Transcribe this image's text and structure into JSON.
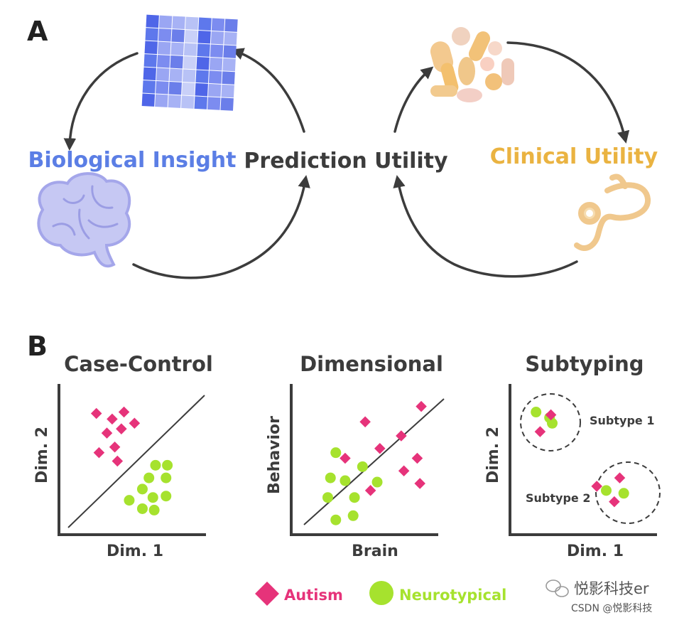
{
  "panel_a": {
    "label": "A",
    "center": "Prediction Utility",
    "left": "Biological Insight",
    "right": "Clinical Utility"
  },
  "panel_b": {
    "label": "B",
    "plots": [
      {
        "title": "Case-Control",
        "xlabel": "Dim. 1",
        "ylabel": "Dim. 2",
        "autism": [
          [
            2.2,
            8.3
          ],
          [
            3.4,
            7.9
          ],
          [
            4.3,
            8.4
          ],
          [
            5.1,
            7.6
          ],
          [
            3.0,
            6.9
          ],
          [
            4.1,
            7.2
          ],
          [
            2.4,
            5.5
          ],
          [
            3.6,
            5.9
          ],
          [
            3.8,
            4.9
          ]
        ],
        "neurotypical": [
          [
            6.7,
            4.6
          ],
          [
            7.6,
            4.6
          ],
          [
            6.2,
            3.7
          ],
          [
            7.5,
            3.7
          ],
          [
            5.7,
            2.9
          ],
          [
            6.5,
            2.3
          ],
          [
            7.5,
            2.4
          ],
          [
            4.7,
            2.1
          ],
          [
            5.7,
            1.5
          ],
          [
            6.6,
            1.4
          ]
        ]
      },
      {
        "title": "Dimensional",
        "xlabel": "Brain",
        "ylabel": "Behavior",
        "autism": [
          [
            9.1,
            8.8
          ],
          [
            4.9,
            7.7
          ],
          [
            7.6,
            6.7
          ],
          [
            6.0,
            5.8
          ],
          [
            8.8,
            5.1
          ],
          [
            3.4,
            5.1
          ],
          [
            7.8,
            4.2
          ],
          [
            9.0,
            3.3
          ],
          [
            5.3,
            2.8
          ]
        ],
        "neurotypical": [
          [
            2.7,
            5.5
          ],
          [
            4.7,
            4.5
          ],
          [
            2.3,
            3.7
          ],
          [
            5.8,
            3.4
          ],
          [
            3.4,
            3.5
          ],
          [
            2.1,
            2.3
          ],
          [
            4.1,
            2.3
          ],
          [
            4.0,
            1.0
          ],
          [
            2.7,
            0.7
          ]
        ]
      },
      {
        "title": "Subtyping",
        "xlabel": "Dim. 1",
        "ylabel": "Dim. 2",
        "subtype_labels": [
          "Subtype 1",
          "Subtype 2"
        ],
        "autism": [
          [
            2.4,
            8.2
          ],
          [
            1.6,
            7.0
          ],
          [
            7.5,
            3.7
          ],
          [
            5.8,
            3.1
          ],
          [
            7.1,
            2.0
          ]
        ],
        "neurotypical": [
          [
            1.3,
            8.4
          ],
          [
            2.3,
            8.0
          ],
          [
            2.5,
            7.6
          ],
          [
            6.5,
            2.8
          ],
          [
            7.8,
            2.6
          ]
        ]
      }
    ]
  },
  "legend": {
    "autism": "Autism",
    "neurotypical": "Neurotypical"
  },
  "colors": {
    "autism": "#e6337a",
    "neurotypical": "#a6e22e",
    "biological": "#5b7ee5",
    "clinical": "#eab341",
    "text": "#3c3c3c"
  },
  "watermark": {
    "main": "悦影科技er",
    "sub": "CSDN @悦影科技"
  }
}
